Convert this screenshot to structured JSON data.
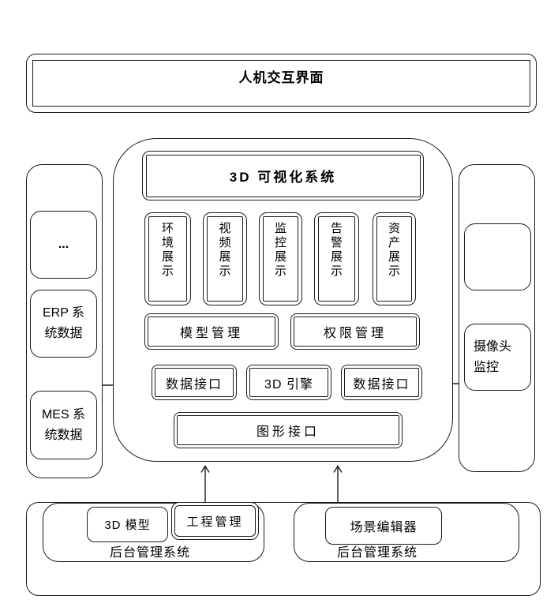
{
  "diagram": {
    "hmi": {
      "title": "人机交互界面"
    },
    "visualization_system": {
      "title": "3D 可视化系统",
      "display_modules": [
        "环境展示",
        "视频展示",
        "监控展示",
        "告警展示",
        "资产展示"
      ],
      "model_management": "模型管理",
      "permission_management": "权限管理",
      "data_interface_left": "数据接口",
      "engine_3d": "3D 引擎",
      "data_interface_right": "数据接口",
      "graphics_interface": "图形接口"
    },
    "data_sources": {
      "more": "...",
      "erp": "ERP 系统数据",
      "mes": "MES 系统数据"
    },
    "camera_panel": {
      "monitor": "摄像头监控"
    },
    "backend_left": {
      "label": "后台管理系统",
      "model_3d": "3D 模型",
      "project_management": "工程管理"
    },
    "backend_right": {
      "label": "后台管理系统",
      "scene_editor": "场景编辑器"
    },
    "colors": {
      "line": "#1c1c1c",
      "background": "#ffffff"
    }
  }
}
